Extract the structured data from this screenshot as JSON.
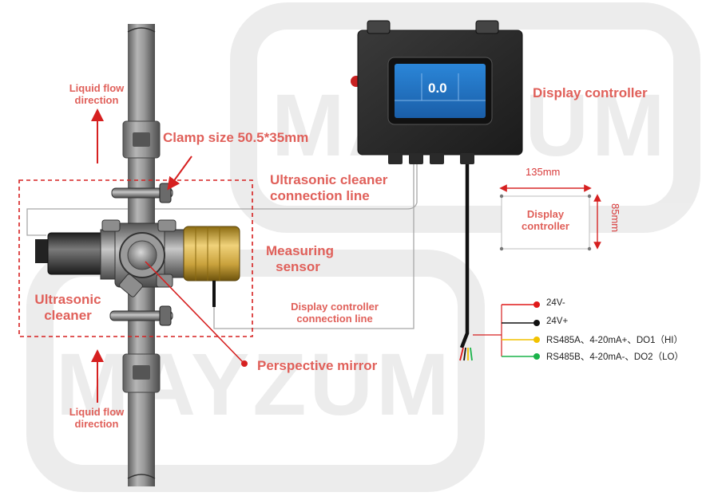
{
  "labels": {
    "flow_top": "Liquid flow direction",
    "flow_bottom": "Liquid flow direction",
    "clamp_size": "Clamp size 50.5*35mm",
    "cleaner_line": "Ultrasonic cleaner connection line",
    "display_line": "Display controller connection line",
    "measuring_sensor": "Measuring sensor",
    "ultrasonic_cleaner": "Ultrasonic cleaner",
    "perspective_mirror": "Perspective mirror",
    "display_controller": "Display controller"
  },
  "dimension_box": {
    "width_label": "135mm",
    "height_label": "85mm",
    "label": "Display controller"
  },
  "screen": {
    "reading": "0.0"
  },
  "wires": [
    {
      "label": "24V-",
      "color": "#e01818"
    },
    {
      "label": "24V+",
      "color": "#111111"
    },
    {
      "label": "RS485A、4-20mA+、DO1（HI）",
      "color": "#f2c200"
    },
    {
      "label": "RS485B、4-20mA-、DO2（LO）",
      "color": "#1ab34a"
    }
  ],
  "watermark": "MAYZUM",
  "colors": {
    "label_red": "#e0605a",
    "arrow_red": "#d62020",
    "pipe": "#8f8f8f",
    "enclosure": "#2a2a2a",
    "screen_blue": "#1f6fc4"
  }
}
